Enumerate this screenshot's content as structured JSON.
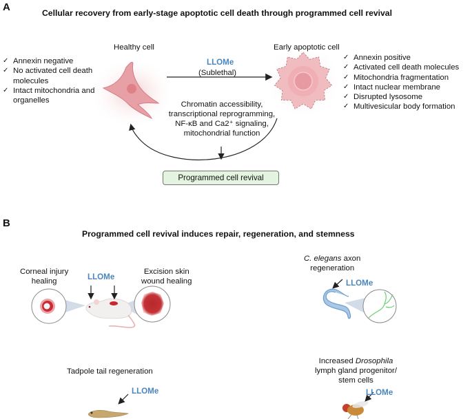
{
  "panel_a": {
    "letter": "A",
    "title": "Cellular recovery from early-stage apoptotic cell death through programmed cell revival",
    "healthy_cell": {
      "label": "Healthy cell",
      "features": [
        "Annexin negative",
        "No activated cell death",
        "molecules",
        "Intact mitochondria and",
        "organelles"
      ]
    },
    "apoptotic_cell": {
      "label": "Early apoptotic cell",
      "features": [
        "Annexin positive",
        "Activated cell death molecules",
        "Mitochondria fragmentation",
        "Intact nuclear membrane",
        "Disrupted lysosome",
        "Multivesicular body formation"
      ]
    },
    "treatment": {
      "agent": "LLOMe",
      "dose": "(Sublethal)"
    },
    "mechanisms": [
      "Chromatin accessibility,",
      "transcriptional reprogramming,",
      "NF-κB and Ca2⁺ signaling,",
      "mitochondrial function"
    ],
    "outcome": "Programmed cell revival",
    "check_glyph": "✓"
  },
  "panel_b": {
    "letter": "B",
    "title": "Programmed cell revival induces repair, regeneration, and stemness",
    "agent": "LLOMe",
    "models": {
      "mouse": {
        "left_label": [
          "Corneal injury",
          "healing"
        ],
        "right_label": [
          "Excision skin",
          "wound healing"
        ]
      },
      "worm": {
        "label_italic": "C. elegans",
        "label_rest": " axon",
        "label_line2": "regeneration"
      },
      "tadpole": {
        "label": "Tadpole tail regeneration"
      },
      "fly": {
        "line1_prefix": "Increased ",
        "line1_italic": "Drosophila",
        "line2": "lymph gland progenitor/",
        "line3": "stem cells"
      }
    }
  },
  "colors": {
    "llome_blue": "#4a86bd",
    "revival_box_fill": "#e5f4e1",
    "cell_pink": "#e8949b"
  }
}
